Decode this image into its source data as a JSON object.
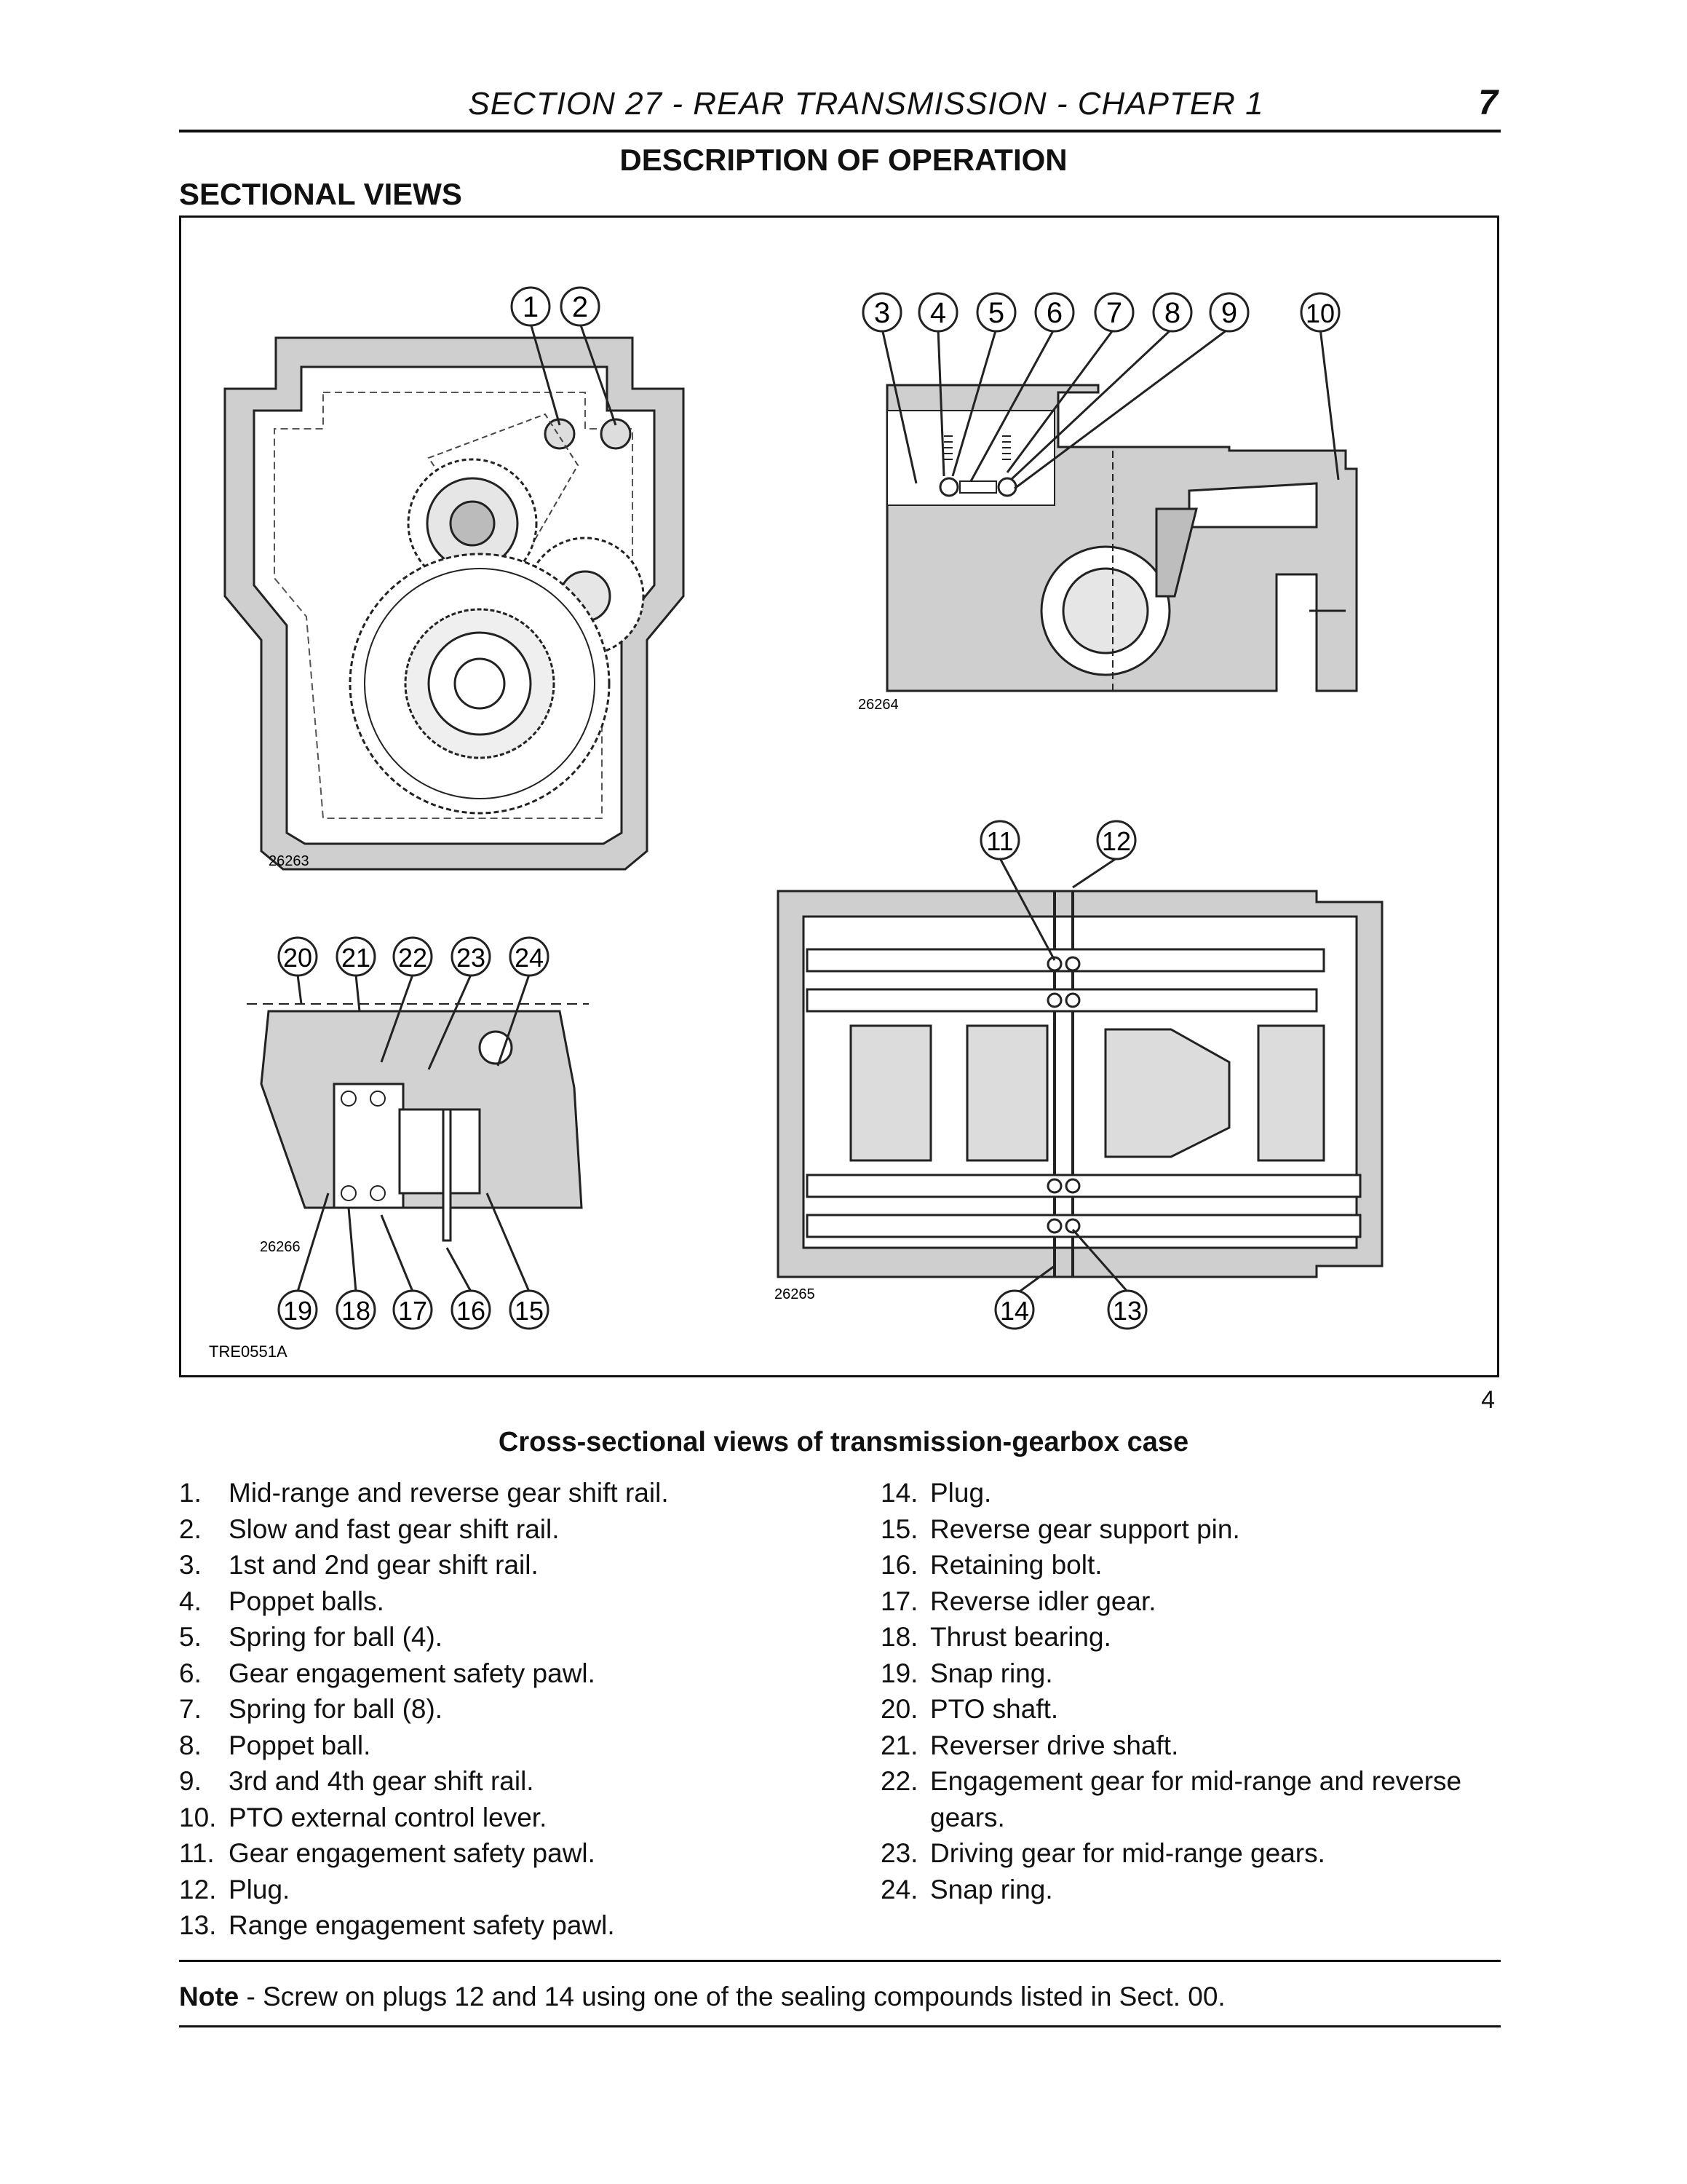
{
  "header": {
    "section": "SECTION 27 - REAR TRANSMISSION - CHAPTER 1",
    "page_number": "7"
  },
  "titles": {
    "description": "DESCRIPTION OF OPERATION",
    "sectional_views": "SECTIONAL VIEWS"
  },
  "figure": {
    "number": "4",
    "drawing_code": "TRE0551A",
    "sub_codes": [
      "26263",
      "26264",
      "26266",
      "26265"
    ],
    "callouts": [
      "1",
      "2",
      "3",
      "4",
      "5",
      "6",
      "7",
      "8",
      "9",
      "10",
      "11",
      "12",
      "13",
      "14",
      "15",
      "16",
      "17",
      "18",
      "19",
      "20",
      "21",
      "22",
      "23",
      "24"
    ],
    "caption": "Cross-sectional views of transmission-gearbox case"
  },
  "legend_left": [
    {
      "num": "1.",
      "text": "Mid-range and reverse gear shift rail."
    },
    {
      "num": "2.",
      "text": "Slow and fast gear shift rail."
    },
    {
      "num": "3.",
      "text": "1st and 2nd gear shift rail."
    },
    {
      "num": "4.",
      "text": "Poppet balls."
    },
    {
      "num": "5.",
      "text": "Spring for ball (4)."
    },
    {
      "num": "6.",
      "text": "Gear engagement safety pawl."
    },
    {
      "num": "7.",
      "text": "Spring for ball (8)."
    },
    {
      "num": "8.",
      "text": "Poppet ball."
    },
    {
      "num": "9.",
      "text": "3rd and 4th gear shift rail."
    },
    {
      "num": "10.",
      "text": "PTO external control lever."
    },
    {
      "num": "11.",
      "text": "Gear engagement safety pawl."
    },
    {
      "num": "12.",
      "text": "Plug."
    },
    {
      "num": "13.",
      "text": "Range engagement safety pawl."
    }
  ],
  "legend_right": [
    {
      "num": "14.",
      "text": "Plug."
    },
    {
      "num": "15.",
      "text": "Reverse gear support pin."
    },
    {
      "num": "16.",
      "text": "Retaining bolt."
    },
    {
      "num": "17.",
      "text": "Reverse idler gear."
    },
    {
      "num": "18.",
      "text": "Thrust bearing."
    },
    {
      "num": "19.",
      "text": "Snap ring."
    },
    {
      "num": "20.",
      "text": "PTO shaft."
    },
    {
      "num": "21.",
      "text": "Reverser drive shaft."
    },
    {
      "num": "22.",
      "text": "Engagement gear for mid-range and reverse gears."
    },
    {
      "num": "23.",
      "text": "Driving gear for mid-range gears."
    },
    {
      "num": "24.",
      "text": "Snap ring."
    }
  ],
  "note": {
    "label": "Note",
    "text": " - Screw on plugs 12 and 14 using one of the sealing compounds listed in Sect. 00."
  }
}
